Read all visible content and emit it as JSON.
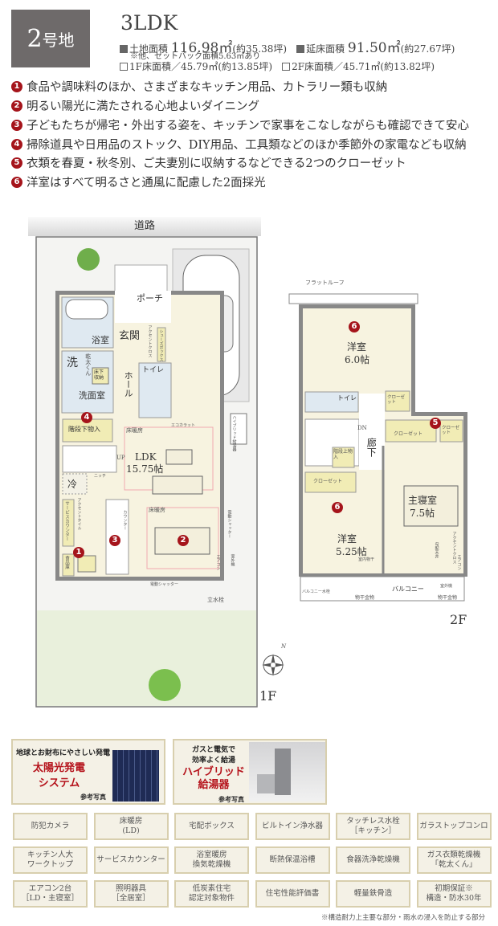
{
  "header": {
    "lot_number": "2",
    "lot_suffix": "号地",
    "plan_type": "3LDK",
    "land_area_label": "土地面積",
    "land_area": "116.98㎡",
    "land_area_tsubo": "(約35.38坪)",
    "floor_area_label": "延床面積",
    "floor_area": "91.50㎡",
    "floor_area_tsubo": "(約27.67坪)",
    "setback_note": "※他、セットバック面積5.63㎡あり",
    "f1_area": "1F床面積／45.79㎡(約13.85坪)",
    "f2_area": "2F床面積／45.71㎡(約13.82坪)"
  },
  "features": [
    {
      "n": "1",
      "text": "食品や調味料のほか、さまざまなキッチン用品、カトラリー類も収納"
    },
    {
      "n": "2",
      "text": "明るい陽光に満たされる心地よいダイニング"
    },
    {
      "n": "3",
      "text": "子どもたちが帰宅・外出する姿を、キッチンで家事をこなしながらも確認できて安心"
    },
    {
      "n": "4",
      "text": "掃除道具や日用品のストック、DIY用品、工具類などのほか季節外の家電なども収納"
    },
    {
      "n": "5",
      "text": "衣類を春夏・秋冬別、ご夫妻別に収納するなどできる2つのクローゼット"
    },
    {
      "n": "6",
      "text": "洋室はすべて明るさと通風に配慮した2面採光"
    }
  ],
  "floor1": {
    "road": "道路",
    "floor_label": "1F",
    "porch": "ポーチ",
    "entrance": "玄関",
    "shoes": "シューズボックス",
    "accent_cross": "アクセントクロス",
    "bath": "浴室",
    "wash": "洗",
    "kanta": "乾太くん",
    "underfloor": "床下収納",
    "washroom": "洗面室",
    "hall": "ホール",
    "toilet": "トイレ",
    "storage": "階段下物入",
    "heating": "床暖房",
    "ecocarat": "エコカラット",
    "hybrid": "ハイブリッド給湯器",
    "ldk": "LDK",
    "ldk_size": "15.75帖",
    "up": "UP",
    "niche": "ニッチ",
    "fridge": "冷",
    "service_counter": "サービスカウンター",
    "accent_tile": "アクセントタイル",
    "counter": "カウンター",
    "pantry": "食品庫",
    "shutter": "電動シャッター",
    "aircon": "エアコン",
    "outdoor_unit": "室外機",
    "faucet": "立水栓",
    "compass": "N"
  },
  "floor2": {
    "floor_label": "2F",
    "flat_roof": "フラットルーフ",
    "room1": "洋室",
    "room1_size": "6.0帖",
    "toilet": "トイレ",
    "closet": "クローゼット",
    "corridor": "廊下",
    "dn": "DN",
    "stair_storage": "階段上物入",
    "room2": "洋室",
    "room2_size": "5.25帖",
    "indoor_dry": "室内物干",
    "master": "主寝室",
    "master_size": "7.5帖",
    "accent_cross": "アクセントクロス",
    "sloped_ceiling": "勾配天井",
    "aircon": "エアコン",
    "balcony": "バルコニー",
    "balcony_faucet": "バルコニー水栓",
    "dryer_hardware": "物干金物",
    "outdoor_unit": "室外機"
  },
  "markers": {
    "m1": "1",
    "m2": "2",
    "m3": "3",
    "m4": "4",
    "m5": "5",
    "m6": "6"
  },
  "panels": [
    {
      "tagline": "地球とお財布にやさしい発電",
      "title": "太陽光発電\nシステム",
      "note": "参考写真"
    },
    {
      "tagline": "ガスと電気で\n効率よく給湯",
      "title": "ハイブリッド\n給湯器",
      "note": "参考写真"
    }
  ],
  "equipment": [
    "防犯カメラ",
    "床暖房\n(LD)",
    "宅配ボックス",
    "ビルトイン浄水器",
    "タッチレス水栓\n［キッチン］",
    "ガラストップコンロ",
    "キッチン人大\nワークトップ",
    "サービスカウンター",
    "浴室暖房\n換気乾燥機",
    "断熱保温浴槽",
    "食器洗浄乾燥機",
    "ガス衣類乾燥機\n「乾太くん」",
    "エアコン2台\n［LD・主寝室］",
    "照明器具\n［全居室］",
    "低炭素住宅\n認定対象物件",
    "住宅性能評価書",
    "軽量鉄骨造",
    "初期保証※\n構造・防水30年"
  ],
  "footnote": "※構造耐力上主要な部分・雨水の浸入を防止する部分",
  "colors": {
    "marker": "#a5141b",
    "lot_box": "#6e6a6a",
    "panel_border": "#d8cfae",
    "panel_bg": "#f4f1e6",
    "floor": "#f7f3e0",
    "wet": "#dfe9f1",
    "closet": "#f1ecb5",
    "grass": "#e9f0dc"
  }
}
